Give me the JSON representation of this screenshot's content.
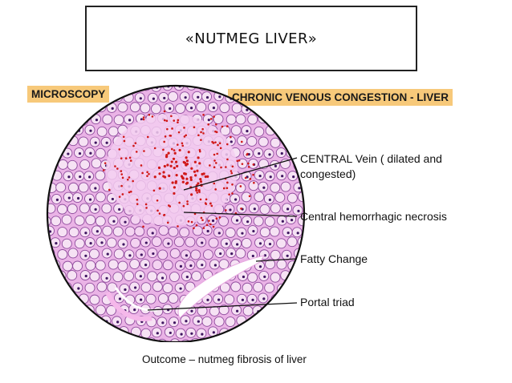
{
  "title": "«NUTMEG LIVER»",
  "tags": {
    "left": "MICROSCOPY",
    "right": "CHRONIC VENOUS CONGESTION - LIVER"
  },
  "labels": [
    "CENTRAL Vein ( dilated and congested)",
    "Central hemorrhagic necrosis",
    "Fatty Change",
    "Portal triad"
  ],
  "footer": "Outcome – nutmeg fibrosis of liver",
  "colors": {
    "tag_bg": "#f7c97a",
    "tissue_pink": "#e8a6e0",
    "cell_outline": "#7a3a8a",
    "hemorrhage_red": "#d01818"
  }
}
